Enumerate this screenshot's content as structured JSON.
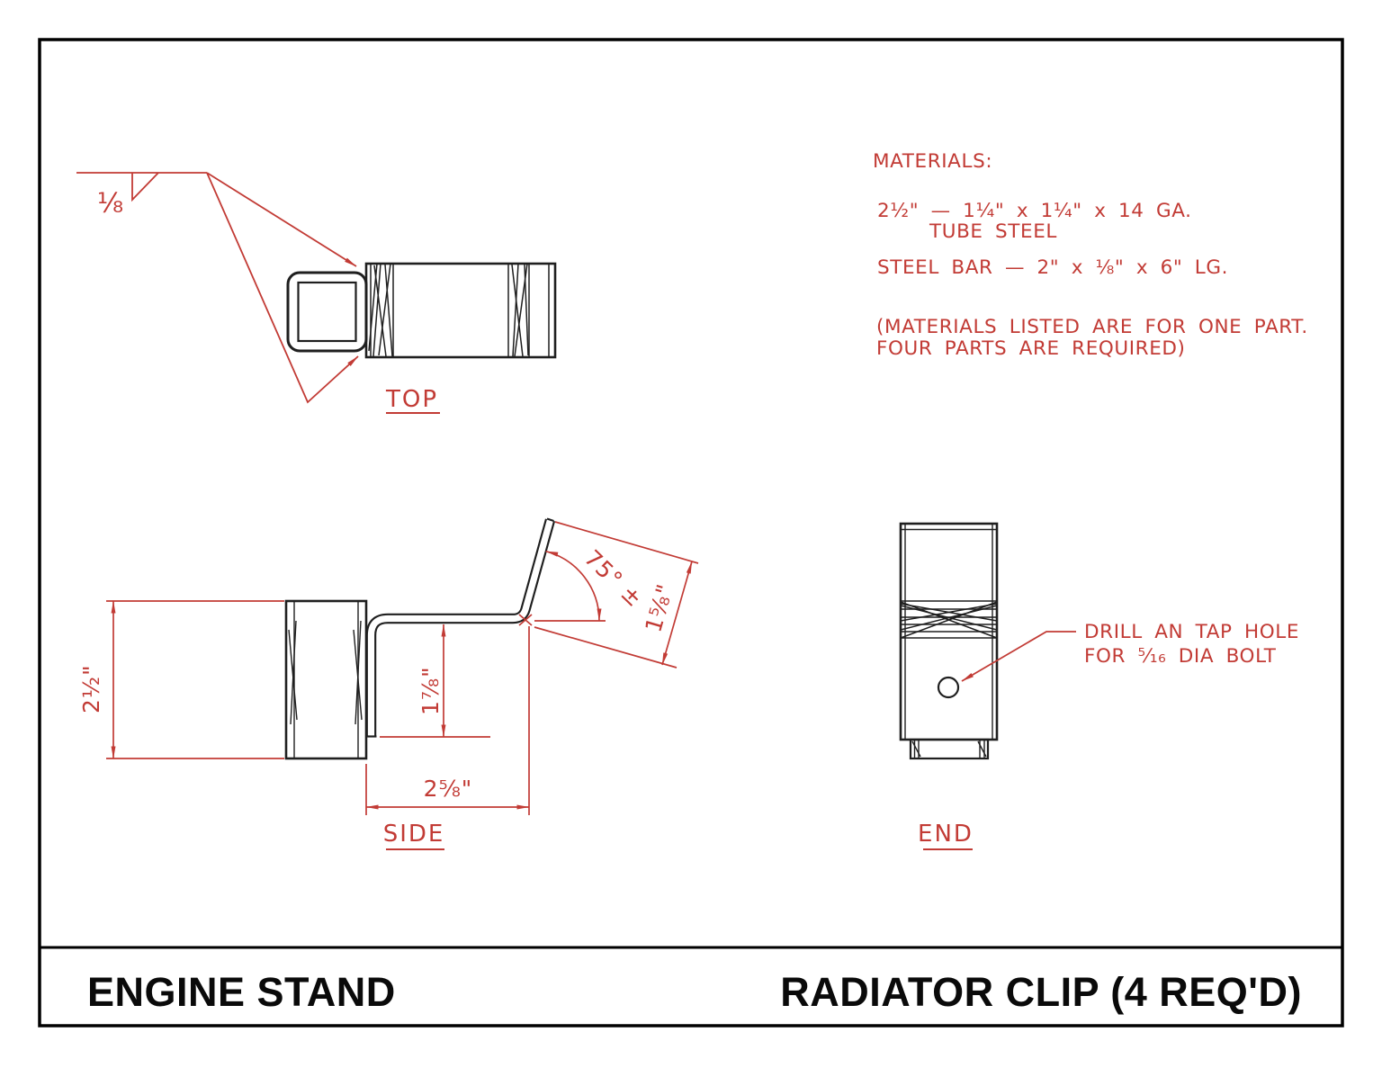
{
  "colors": {
    "annotation_red": "#c23b35",
    "line_black": "#1f1f1f"
  },
  "title_block": {
    "project": "ENGINE STAND",
    "part": "RADIATOR CLIP (4 REQ'D)"
  },
  "materials": {
    "heading": "MATERIALS:",
    "line1": "2½\"  —  1¼\" x 1¼\" x 14 GA.",
    "line2": "TUBE STEEL",
    "line3": "STEEL BAR  —  2\" x ⅛\" x 6\" LG.",
    "note1": "(MATERIALS LISTED ARE FOR ONE PART.",
    "note2": "FOUR PARTS ARE REQUIRED)"
  },
  "top_view": {
    "label": "TOP",
    "weld_size": "⅛"
  },
  "side_view": {
    "label": "SIDE",
    "dims": {
      "height": "2½\"",
      "angle": "75° ±",
      "flange_length": "1⅝\"",
      "leg_height": "1⅞\"",
      "base_length": "2⅝\""
    }
  },
  "end_view": {
    "label": "END",
    "drill_note_line1": "DRILL AN TAP HOLE",
    "drill_note_line2": "FOR ⁵⁄₁₆ DIA BOLT"
  }
}
